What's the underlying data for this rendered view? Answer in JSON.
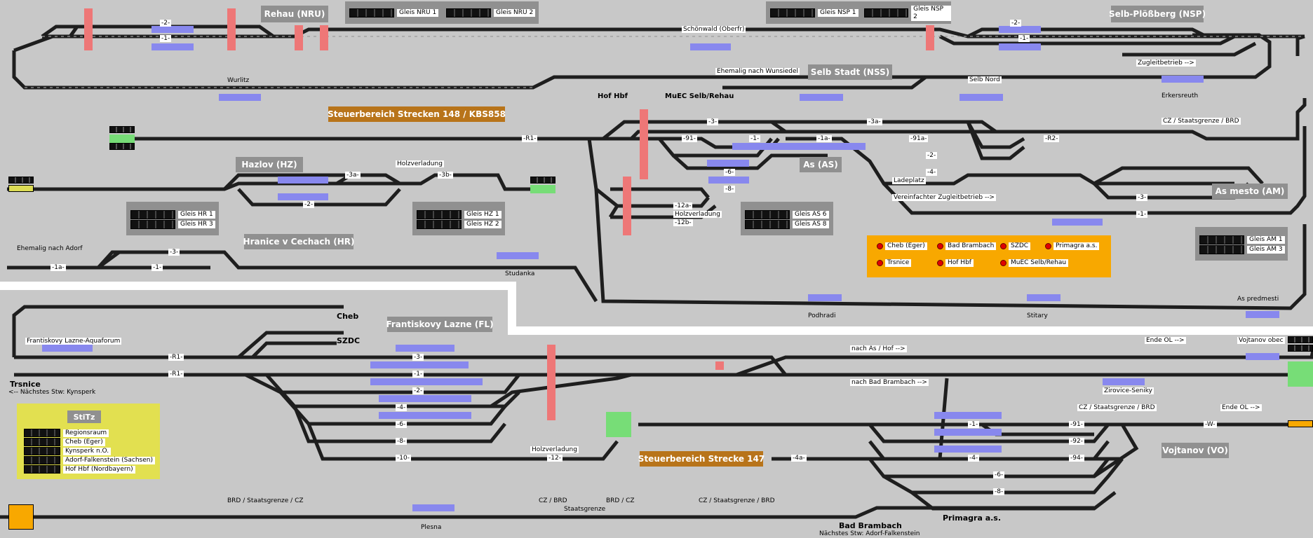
{
  "stations": {
    "rehau": "Rehau (NRU)",
    "selb_plossberg": "Selb-Plößberg (NSP)",
    "selb_stadt": "Selb Stadt (NSS)",
    "hazlov": "Hazlov (HZ)",
    "hranice": "Hranice v Cechach (HR)",
    "as": "As (AS)",
    "as_mesto": "As mesto (AM)",
    "frantiskovy": "Frantiskovy Lazne (FL)",
    "vojtanov": "Vojtanov (VO)"
  },
  "banners": {
    "strecken_148": "Steuerbereich Strecken     148 / KBS858",
    "strecke_147": "Steuerbereich Strecke 147"
  },
  "gleis": {
    "nru1": "Gleis NRU 1",
    "nru2": "Gleis NRU 2",
    "nsp1": "Gleis NSP 1",
    "nsp2": "Gleis NSP 2",
    "hr1": "Gleis HR 1",
    "hr3": "Gleis HR 3",
    "hz1": "Gleis HZ 1",
    "hz2": "Gleis HZ 2",
    "as6": "Gleis AS 6",
    "as8": "Gleis AS 8",
    "am1": "Gleis AM 1",
    "am3": "Gleis AM 3"
  },
  "labels": {
    "schoenwald": "Schönwald (Oberfr)",
    "wurlitz": "Wurlitz",
    "hof_hbf": "Hof Hbf",
    "muec": "MuEC Selb/Rehau",
    "ehemalig_wunsiedel": "Ehemalig nach Wunsiedel",
    "selb_nord": "Selb Nord",
    "erkersreuth": "Erkersreuth",
    "zugleitbetrieb": "Zugleitbetrieb -->",
    "cz_brd_top": "CZ / Staatsgrenze / BRD",
    "holzverladung1": "Holzverladung",
    "holzverladung2": "Holzverladung",
    "holzverladung3": "Holzverladung",
    "ladeplatz": "Ladeplatz",
    "vereinfachter": "Vereinfachter Zugleitbetrieb  -->",
    "ehemalig_adorf": "Ehemalig nach Adorf",
    "studanka": "Studanka",
    "podhradi": "Podhradi",
    "stitary": "Stitary",
    "as_predmesti": "As predmesti",
    "cheb": "Cheb",
    "szdc": "SZDC",
    "frantiskovy_aqua": "Frantiskovy Lazne-Aquaforum",
    "trsnice": "Trsnice",
    "nachstes_kynsperk": "<-- Nächstes Stw: Kynsperk",
    "nach_as_hof": "nach As / Hof -->",
    "nach_bad_brambach": "nach Bad Brambach -->",
    "ende_ol_1": "Ende OL -->",
    "ende_ol_2": "Ende OL -->",
    "vojtanov_obec": "Vojtanov obec",
    "zirovice": "Zirovice-Seniky",
    "cz_brd_mid": "CZ / Staatsgrenze / BRD",
    "brd_cz_bottom": "BRD / Staatsgrenze / CZ",
    "cz_brd_b2": "CZ / BRD",
    "staatsgrenze": "Staatsgrenze",
    "brd_cz_b3": "BRD / CZ",
    "cz_brd_b4": "CZ / Staatsgrenze / BRD",
    "plesna": "Plesna",
    "bad_brambach": "Bad Brambach",
    "nachstes_adorf": "Nächstes Stw: Adorf-Falkenstein",
    "primagra": "Primagra a.s."
  },
  "track_labels": {
    "r1_top": "-R1-",
    "r1_fl1": "-R1-",
    "r1_fl2": "-R1-",
    "r2": "-R2-",
    "one_a": "-1a-",
    "three_a": "-3a-",
    "ninety_one_a": "-91a-",
    "three_b": "-3b-",
    "hz3a": "-3a-",
    "hz2": "-2-",
    "hr3": "-3-",
    "hr1": "-1-",
    "hr1a": "-1a-",
    "nru2": "-2-",
    "nru1": "-1-",
    "nsp2": "-2-",
    "nsp1": "-1-",
    "as3": "-3-",
    "as91": "-91-",
    "as1": "-1-",
    "as6": "-6-",
    "as8": "-8-",
    "as12a": "-12a-",
    "as12b": "-12b-",
    "ss2": "-2-",
    "ss4": "-4-",
    "am3": "-3-",
    "am1": "-1-",
    "fl3": "-3-",
    "fl1": "-1-",
    "fl2": "-2-",
    "fl4": "-4-",
    "fl6": "-6-",
    "fl8": "-8-",
    "fl10": "-10-",
    "fl12": "-12-",
    "bb91": "-91-",
    "bb92": "-92-",
    "bb94": "-94-",
    "bb1": "-1-",
    "bb4": "-4-",
    "bb6": "-6-",
    "bb8": "-8-",
    "bb4a": "-4a-",
    "w": "-W-"
  },
  "legend": {
    "cheb_eger": "Cheb (Eger)",
    "bad_brambach": "Bad Brambach",
    "szdc": "SZDC",
    "primagra": "Primagra a.s.",
    "trsnice": "Trsnice",
    "hof_hbf": "Hof Hbf",
    "muec": "MuEC Selb/Rehau"
  },
  "stitz": {
    "title": "StiTz",
    "items": [
      "Regionsraum",
      "Cheb (Eger)",
      "Kynsperk n.O.",
      "Adorf-Falkenstein (Sachsen)",
      "Hof Hbf (Nordbayern)"
    ]
  },
  "colors": {
    "background": "#c8c8c8",
    "track": "#1e1e1e",
    "station_box": "#909090",
    "banner": "#b8741a",
    "legend": "#f8a800",
    "stitz": "#e2e050",
    "occupied": "#8888ee",
    "blocked": "#ee7777",
    "free": "#77dd77",
    "signal": "#e00000"
  }
}
